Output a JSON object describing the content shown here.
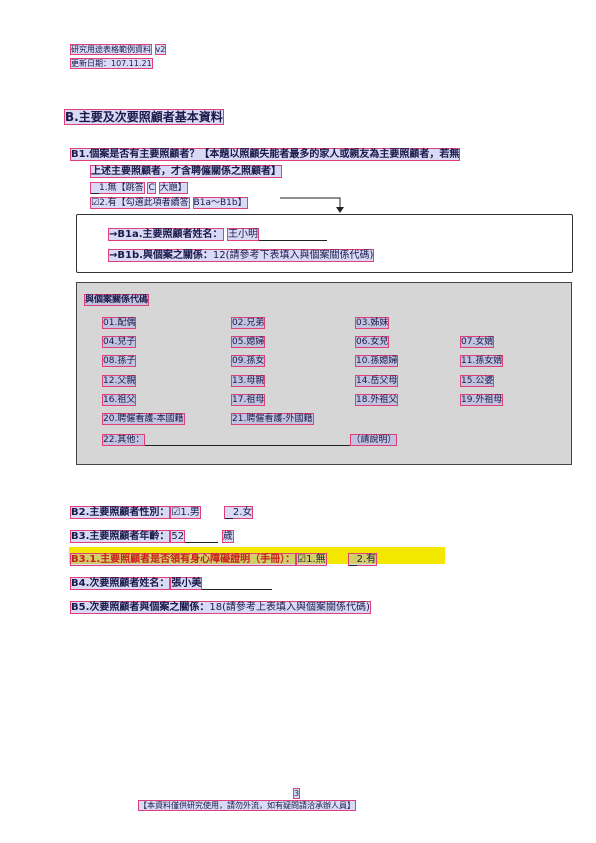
{
  "header": {
    "line1": "研究用途表格範例資料",
    "version": "v2",
    "line2": "更新日期：107.11.21"
  },
  "section": {
    "title": "B.主要及次要照顧者基本資料"
  },
  "b1": {
    "question_line1": "B1.個案是否有主要照顧者？【本題以照顧失能者最多的家人或親友為主要照顧者，若無",
    "question_line2": "上述主要照顧者，才含聘僱關係之照顧者】",
    "option1": "1.無【跳答",
    "option1_b": "大題】",
    "option1_c": "C",
    "option2_check": "☑",
    "option2": "2.有【勾選此項者續答",
    "option2_b": "B1a～B1b】",
    "b1a_label": "→B1a.主要照顧者姓名：",
    "b1a_value": "王小明",
    "b1b_label": "→B1b.與個案之關係：",
    "b1b_value": "12(請參考下表填入與個案關係代碼)"
  },
  "codes": {
    "title": "與個案關係代碼",
    "rows": [
      [
        "01.配偶",
        "02.兄弟",
        "03.姊妹",
        ""
      ],
      [
        "04.兒子",
        "05.媳婦",
        "06.女兒",
        "07.女婿"
      ],
      [
        "08.孫子",
        "09.孫女",
        "10.孫媳婦",
        "11.孫女婿"
      ],
      [
        "12.父親",
        "13.母親",
        "14.岳父母",
        "15.公婆"
      ],
      [
        "16.祖父",
        "17.祖母",
        "18.外祖父",
        "19.外祖母"
      ],
      [
        "20.聘僱看護-本國籍",
        "21.聘僱看護-外國籍",
        "",
        ""
      ]
    ],
    "other_label": "22.其他：",
    "other_note": "（請說明）"
  },
  "b2": {
    "label": "B2.主要照顧者性別：",
    "opt1": "☑1.男",
    "opt2": "2.女"
  },
  "b3": {
    "label": "B3.主要照顧者年齡：",
    "value": "52",
    "unit": "歲"
  },
  "b31": {
    "label": "B3.1.主要照顧者是否領有身心障礙證明（手冊）：",
    "opt1": "☑1.無",
    "opt2": "2.有"
  },
  "b4": {
    "label": "B4.次要照顧者姓名：",
    "value": "張小美"
  },
  "b5": {
    "label": "B5.次要照顧者與個案之關係：",
    "value": "18(請參考上表填入與個案關係代碼)"
  },
  "footer": {
    "page": "3",
    "note": "【本資料僅供研究使用，請勿外流，如有疑問請洽承辦人員】"
  }
}
